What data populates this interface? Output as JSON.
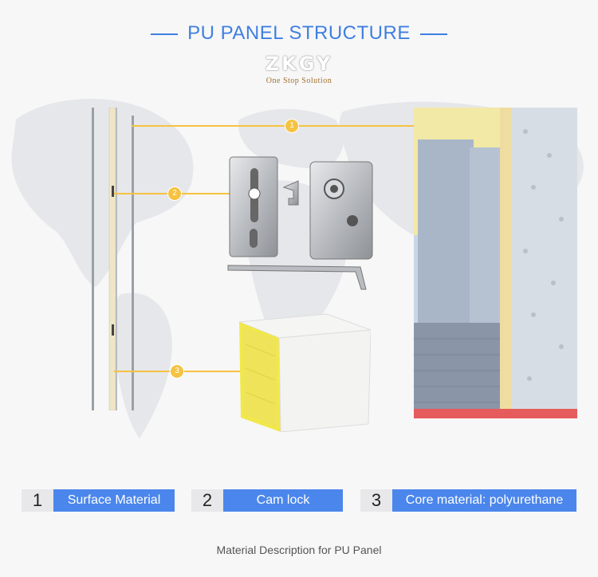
{
  "header": {
    "title": "PU PANEL STRUCTURE",
    "logo_mark": "ZKGY",
    "logo_tagline": "One Stop Solution"
  },
  "callouts": [
    {
      "number": "1"
    },
    {
      "number": "2"
    },
    {
      "number": "3"
    }
  ],
  "legend": [
    {
      "number": "1",
      "label": "Surface Material"
    },
    {
      "number": "2",
      "label": "Cam lock"
    },
    {
      "number": "3",
      "label": "Core material: polyurethane"
    }
  ],
  "footer": {
    "caption": "Material Description for PU Panel"
  },
  "colors": {
    "accent_blue": "#4b86ec",
    "title_blue": "#3f7fe0",
    "callout_yellow": "#f6c242"
  }
}
